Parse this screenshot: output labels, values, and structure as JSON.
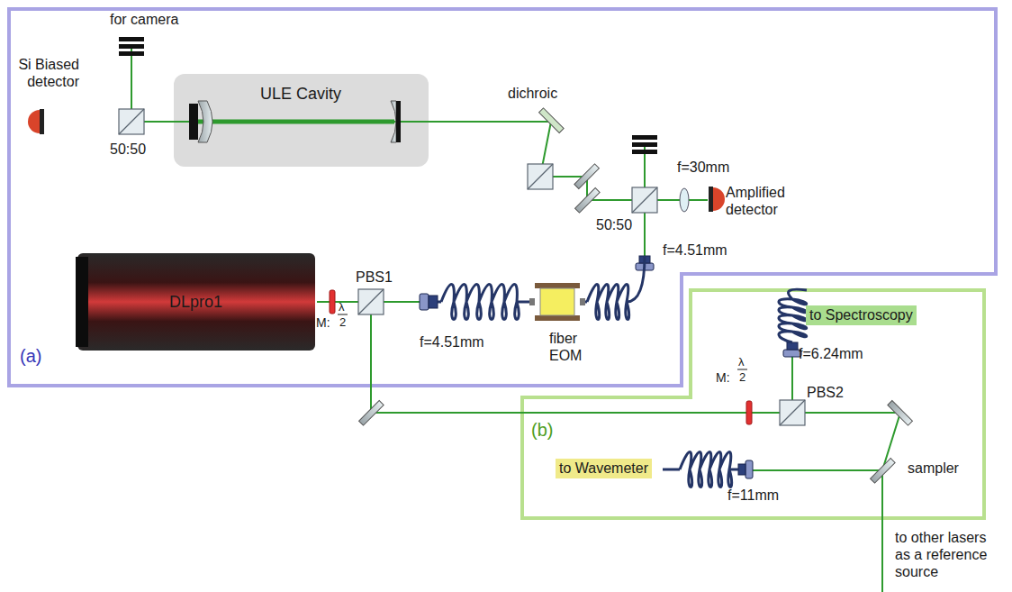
{
  "diagram": {
    "nodes": [
      {
        "text": [
          "(a)"
        ]
      },
      {
        "text": [
          "ULE Cavity"
        ],
        "in": 0
      },
      {
        "text": [
          "DLpro1"
        ],
        "in": 0
      },
      {
        "text": [
          "(b)"
        ]
      },
      {
        "text": [
          "to Spectroscopy"
        ],
        "in": 3
      },
      {
        "text": [
          "to Wavemeter"
        ],
        "in": 3
      }
    ],
    "labels": [
      "for camera",
      "Si Biased detector",
      "50:50",
      "dichroic",
      "f=30mm",
      "Amplified detector",
      "50:50",
      "f=4.51mm",
      "PBS1",
      "M:",
      "λ",
      "2",
      "f=4.51mm",
      "fiber EOM",
      "f=6.24mm",
      "PBS2",
      "M:",
      "λ",
      "2",
      "sampler",
      "f=11mm",
      "to other lasers as a reference source"
    ]
  }
}
